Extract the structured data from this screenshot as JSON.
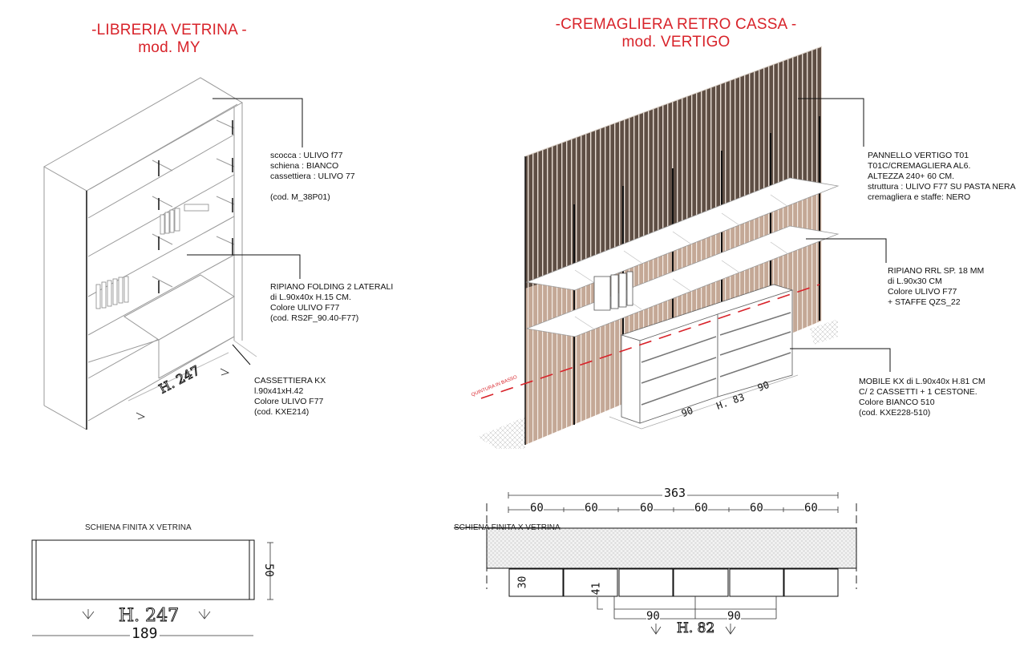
{
  "left_section": {
    "title_line1": "-LIBRERIA VETRINA -",
    "title_line2": "mod. MY",
    "notes": {
      "scocca": {
        "lines": [
          "scocca : ULIVO f77",
          "schiena : BIANCO",
          "cassettiera : ULIVO 77"
        ],
        "code": "(cod. M_38P01)"
      },
      "ripiano": {
        "lines": [
          "RIPIANO FOLDING 2 LATERALI",
          "di L.90x40x H.15 CM.",
          "Colore ULIVO F77",
          "(cod. RS2F_90.40-F77)"
        ]
      },
      "cassettiera": {
        "lines": [
          "CASSETTIERA KX",
          "l.90x41xH.42",
          "Colore ULIVO F77",
          "(cod. KXE214)"
        ]
      }
    },
    "iso_dimension": "H. 247",
    "plan": {
      "caption": "SCHIENA FINITA X VETRINA",
      "depth": "50",
      "height_label": "H. 247",
      "width": "189"
    }
  },
  "right_section": {
    "title_line1": "-CREMAGLIERA RETRO CASSA -",
    "title_line2": "mod. VERTIGO",
    "notes": {
      "pannello": {
        "lines": [
          "PANNELLO VERTIGO T01",
          "T01C/CREMAGLIERA AL6.",
          "ALTEZZA 240+ 60 CM.",
          "struttura : ULIVO F77 SU PASTA NERA",
          "cremagliera e staffe: NERO"
        ]
      },
      "ripiano": {
        "lines": [
          "RIPIANO RRL SP. 18 MM",
          "di L.90x30 CM",
          "Colore ULIVO F77",
          "+ STAFFE QZS_22"
        ]
      },
      "mobile": {
        "lines": [
          "MOBILE KX di L.90x40x H.81 CM",
          "C/ 2 CASSETTI + 1 CESTONE.",
          "Colore BIANCO 510",
          "(cod. KXE228-510)"
        ]
      }
    },
    "annotation_red": "QUINTURA IN BASSO",
    "iso_dims": {
      "w1": "90",
      "w2": "90",
      "h": "H. 83"
    },
    "plan": {
      "caption": "SCHIENA FINITA X VETRINA",
      "total_width": "363",
      "modules": [
        "60",
        "60",
        "60",
        "60",
        "60",
        "60"
      ],
      "shelf_depth": "30",
      "cabinet_depth": "41",
      "cabinet_widths": [
        "90",
        "90"
      ],
      "height_label": "H. 82"
    }
  },
  "colors": {
    "title_red": "#d8232a",
    "panel_dark": "#5e4e44",
    "panel_light": "#c4a896",
    "line": "#1a1a1a",
    "dash_red": "#d8232a"
  }
}
